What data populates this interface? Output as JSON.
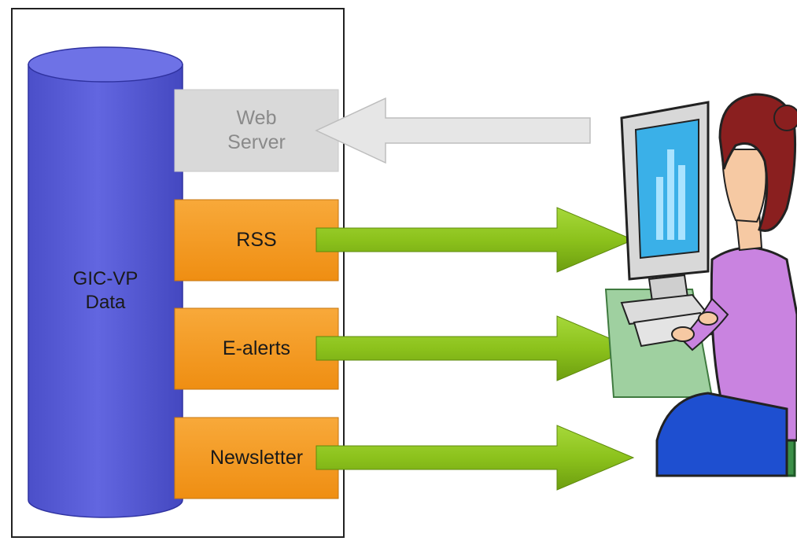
{
  "database": {
    "label_line1": "GIC-VP",
    "label_line2": "Data",
    "color": "#5b5fd8"
  },
  "web_server": {
    "label_line1": "Web",
    "label_line2": "Server",
    "color": "#d9d9d9"
  },
  "outputs": [
    {
      "label": "RSS"
    },
    {
      "label": "E-alerts"
    },
    {
      "label": "Newsletter"
    }
  ],
  "colors": {
    "output_box": "#f59b22",
    "arrow_green": "#8cc21c",
    "arrow_gray": "#d9d9d9"
  }
}
